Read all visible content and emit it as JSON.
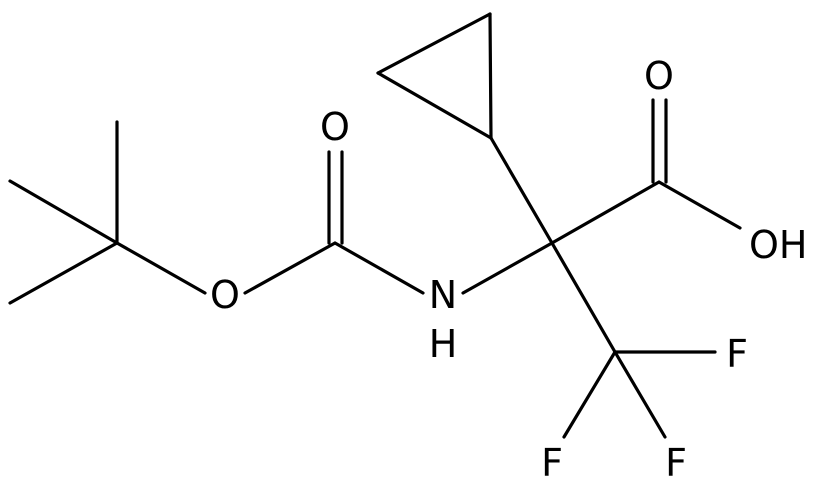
{
  "structure": {
    "atoms": {
      "O_ester": "O",
      "O_carbonyl_boc": "O",
      "N": "N",
      "H_amine": "H",
      "O_carbonyl_acid": "O",
      "OH_acid": "OH",
      "F_right": "F",
      "F_lower_left": "F",
      "F_lower_right": "F"
    },
    "colors": {
      "bond": "#000000",
      "label": "#000000",
      "background": "#ffffff"
    }
  }
}
